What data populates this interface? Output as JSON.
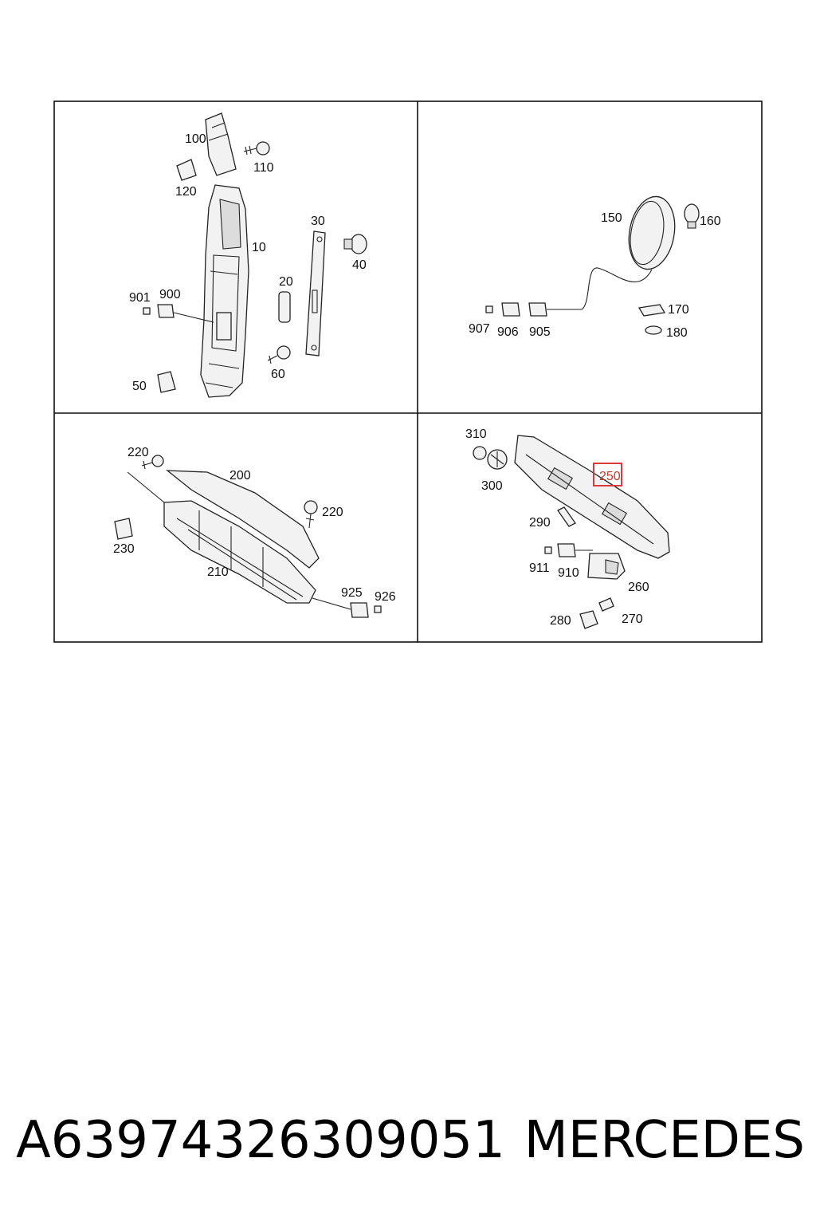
{
  "labels": {
    "p100": "100",
    "p110": "110",
    "p120": "120",
    "p10": "10",
    "p30": "30",
    "p40": "40",
    "p20": "20",
    "p901": "901",
    "p900": "900",
    "p60": "60",
    "p50": "50",
    "p150": "150",
    "p160": "160",
    "p170": "170",
    "p180": "180",
    "p907": "907",
    "p906": "906",
    "p905": "905",
    "p220a": "220",
    "p200": "200",
    "p220b": "220",
    "p230": "230",
    "p210": "210",
    "p925": "925",
    "p926": "926",
    "p310": "310",
    "p300": "300",
    "p250": "250",
    "p290": "290",
    "p911": "911",
    "p910": "910",
    "p260": "260",
    "p280": "280",
    "p270": "270"
  },
  "highlight": {
    "part": "250",
    "color": "#d93a3a"
  },
  "footer": {
    "part_number": "A63974326309051",
    "brand": "MERCEDES"
  }
}
